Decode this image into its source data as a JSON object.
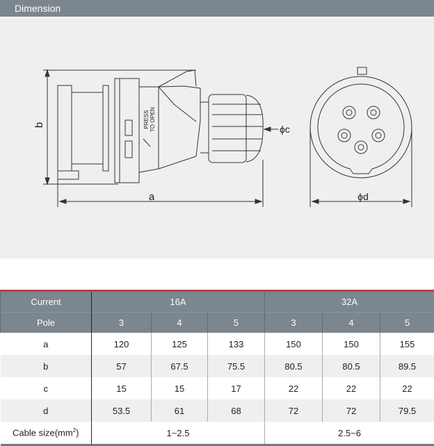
{
  "section_title": "Dimension",
  "drawing": {
    "label_a": "a",
    "label_b": "b",
    "label_c": "ϕc",
    "label_d": "ϕd",
    "press_line1": "PRESS",
    "press_line2": "TO OPEN"
  },
  "table": {
    "current_label": "Current",
    "pole_label": "Pole",
    "currents": [
      "16A",
      "32A"
    ],
    "poles": [
      "3",
      "4",
      "5",
      "3",
      "4",
      "5"
    ],
    "rows": [
      {
        "label": "a",
        "values": [
          "120",
          "125",
          "133",
          "150",
          "150",
          "155"
        ]
      },
      {
        "label": "b",
        "values": [
          "57",
          "67.5",
          "75.5",
          "80.5",
          "80.5",
          "89.5"
        ]
      },
      {
        "label": "c",
        "values": [
          "15",
          "15",
          "17",
          "22",
          "22",
          "22"
        ]
      },
      {
        "label": "d",
        "values": [
          "53.5",
          "61",
          "68",
          "72",
          "72",
          "79.5"
        ]
      }
    ],
    "cable_label": "Cable size(mm",
    "cable_sup": "2",
    "cable_label_end": ")",
    "cable_values": [
      "1~2.5",
      "2.5~6"
    ]
  }
}
